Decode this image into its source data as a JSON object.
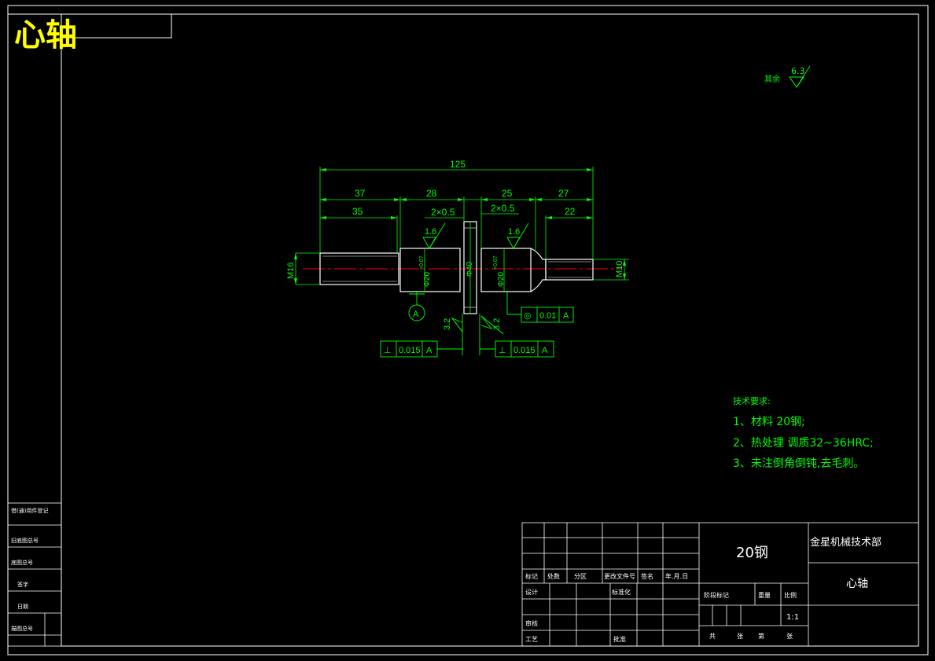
{
  "header": {
    "title": "心轴"
  },
  "colors": {
    "frame": "#ffffff",
    "dim": "#00ff00",
    "center": "#ff0000",
    "title": "#ffff00",
    "background": "#000000"
  },
  "roughness_note": {
    "label": "其余",
    "value": "6.3"
  },
  "dimensions": {
    "overall": "125",
    "seg1": "37",
    "seg2": "28",
    "seg3": "25",
    "seg4": "27",
    "thread_left_len": "35",
    "thread_right_len": "22",
    "chamfer_left": "2×0.5",
    "chamfer_right": "2×0.5",
    "rough_left": "1.6",
    "rough_right": "1.6",
    "dia_left_thread": "M16",
    "dia_right_thread": "M10",
    "dia_shoulder": "Φ40",
    "dia_left_fit": "Φ20",
    "dia_left_tol": "+0.07",
    "dia_right_fit": "Φ20",
    "dia_right_tol": "+0.07",
    "datum": "A",
    "rough_face_left": "3.2",
    "rough_face_right": "3.2"
  },
  "tolerances": {
    "perp_left": {
      "symbol": "⊥",
      "value": "0.015",
      "datum": "A"
    },
    "perp_right": {
      "symbol": "⊥",
      "value": "0.015",
      "datum": "A"
    },
    "concentric": {
      "symbol": "◎",
      "value": "0.01",
      "datum": "A"
    }
  },
  "tech_requirements": {
    "title": "技术要求:",
    "items": [
      "1、材料 20钢;",
      "2、热处理 调质32~36HRC;",
      "3、未注倒角倒钝,去毛刺。"
    ]
  },
  "title_block": {
    "material": "20钢",
    "company": "金星机械技术部",
    "part_name": "心轴",
    "scale": "1:1",
    "row_labels": [
      "标记",
      "处数",
      "分区",
      "更改文件号",
      "签名",
      "年.月.日"
    ],
    "design": "设计",
    "standardization": "标准化",
    "review": "审核",
    "process": "工艺",
    "approve": "批准",
    "stage_labels": [
      "阶段标记",
      "重量",
      "比例"
    ],
    "sheet_labels": [
      "共",
      "张",
      "第",
      "张"
    ]
  },
  "side_table": {
    "rows": [
      "借(通)用件登记",
      "旧底图总号",
      "底图总号",
      "签字",
      "日期",
      "描图总号"
    ]
  }
}
